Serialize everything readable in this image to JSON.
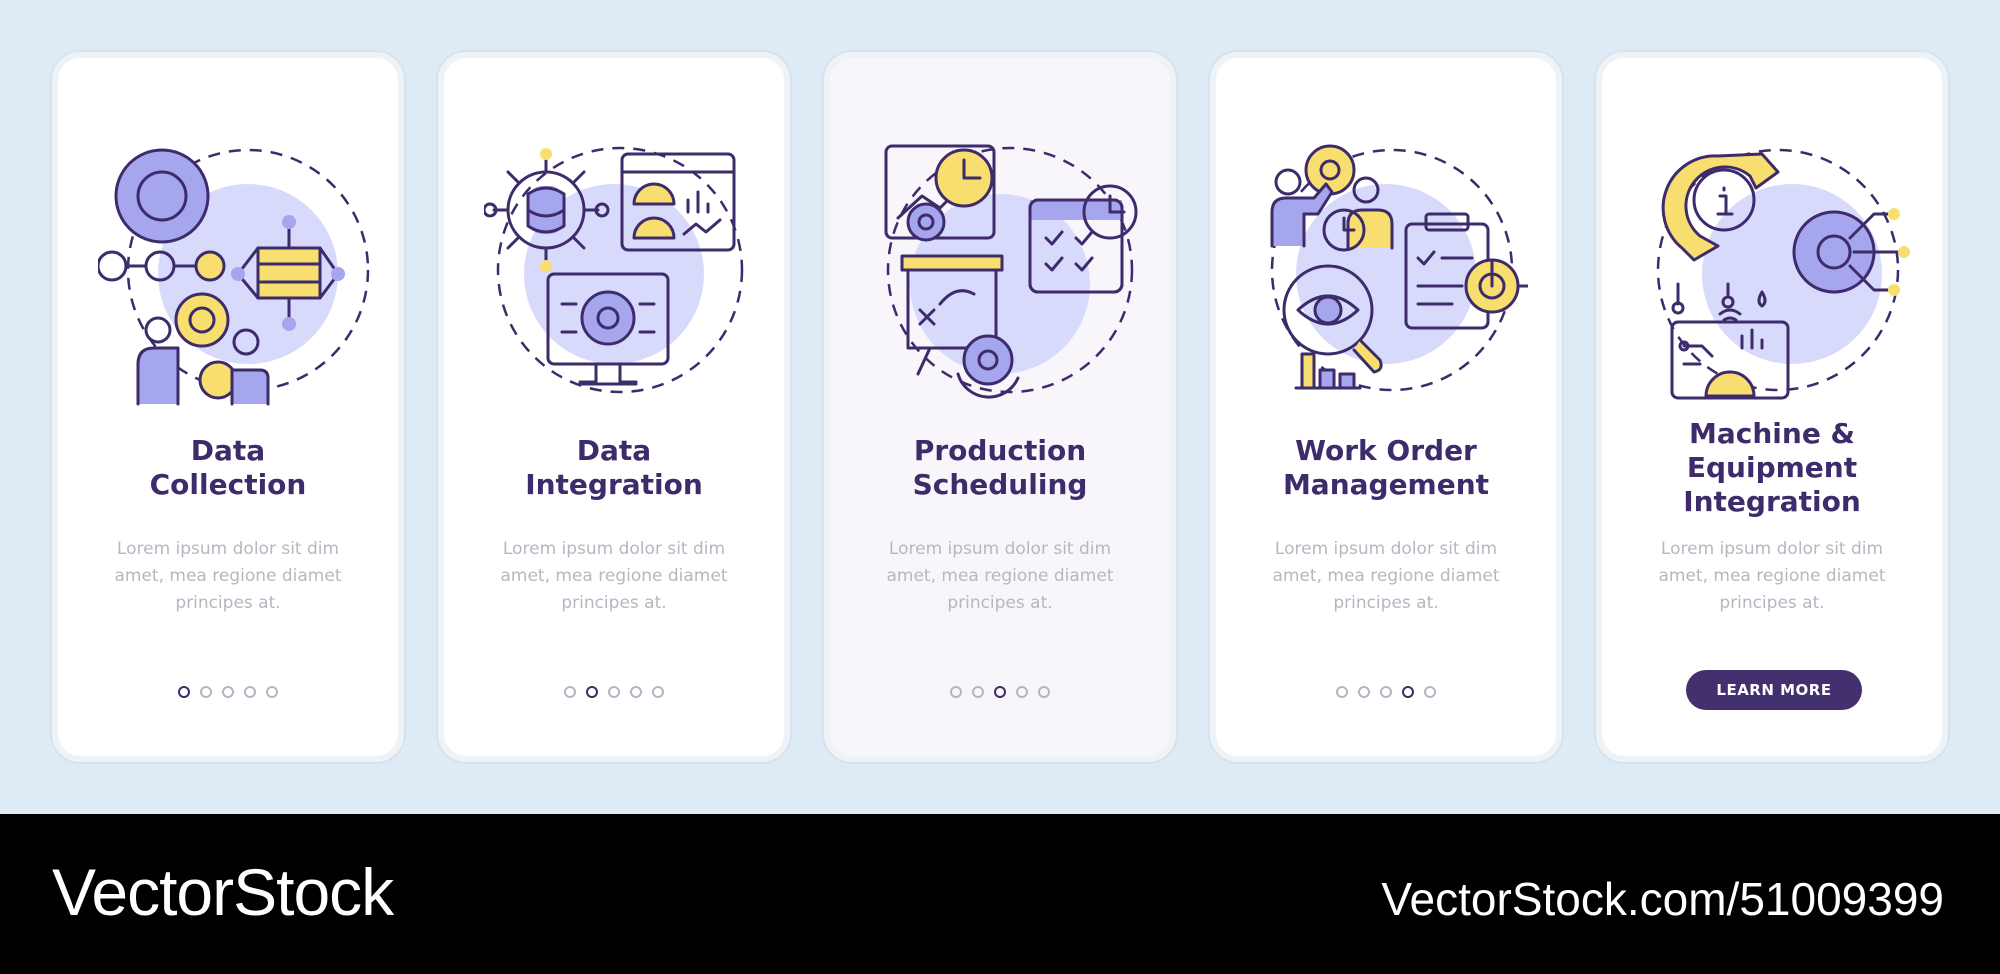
{
  "screens": [
    {
      "title": "Data\nCollection",
      "description": "Lorem ipsum dolor sit dim\namet, mea regione diamet\nprincipes at.",
      "icon": "data-collection-icon",
      "active_dot": 1
    },
    {
      "title": "Data\nIntegration",
      "description": "Lorem ipsum dolor sit dim\namet, mea regione diamet\nprincipes at.",
      "icon": "data-integration-icon",
      "active_dot": 2
    },
    {
      "title": "Production\nScheduling",
      "description": "Lorem ipsum dolor sit dim\namet, mea regione diamet\nprincipes at.",
      "icon": "production-scheduling-icon",
      "active_dot": 3
    },
    {
      "title": "Work Order\nManagement",
      "description": "Lorem ipsum dolor sit dim\namet, mea regione diamet\nprincipes at.",
      "icon": "work-order-management-icon",
      "active_dot": 4
    },
    {
      "title": "Machine &\nEquipment\nIntegration",
      "description": "Lorem ipsum dolor sit dim\namet, mea regione diamet\nprincipes at.",
      "icon": "machine-equipment-integration-icon",
      "button_label": "LEARN MORE"
    }
  ],
  "dot_count": 5,
  "footer": {
    "brand": "VectorStock",
    "url": "VectorStock.com/51009399"
  },
  "colors": {
    "background": "#deeaf4",
    "title": "#3d2b6b",
    "accent_yellow": "#f7de6f",
    "accent_purple": "#a6a6ee",
    "button": "#43306f"
  }
}
